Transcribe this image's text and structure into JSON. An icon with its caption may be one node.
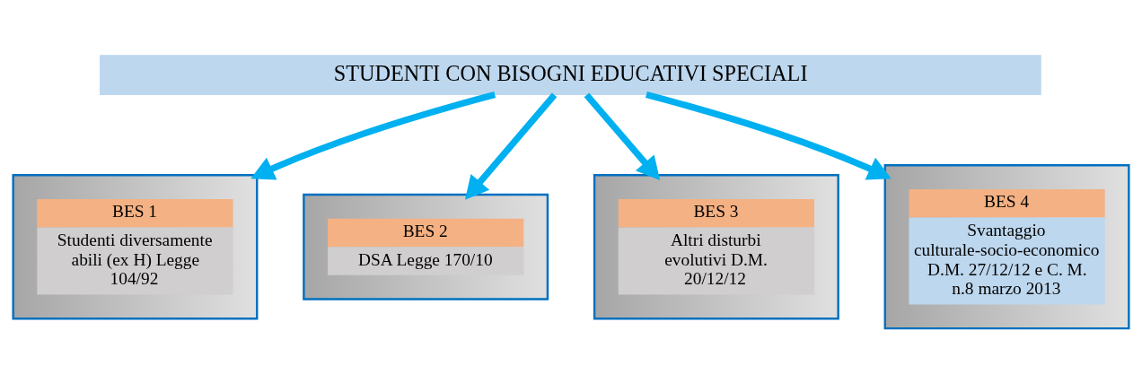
{
  "diagram": {
    "nodes": [
      {
        "text": [
          "STUDENTI CON BISOGNI EDUCATIVI SPECIALI"
        ]
      },
      {
        "text": [
          "BES 1",
          "Studenti diversamente abili (ex H) Legge 104/92"
        ]
      },
      {
        "text": [
          "BES 2",
          "DSA Legge 170/10"
        ]
      },
      {
        "text": [
          "BES 3",
          "Altri disturbi evolutivi D.M. 20/12/12"
        ]
      },
      {
        "text": [
          "BES 4",
          "Svantaggio culturale-socio-economico D.M. 27/12/12 e C. M. n.8 marzo 2013"
        ]
      }
    ],
    "edges": [
      {
        "from": 0,
        "to": 1,
        "arrow": "to"
      },
      {
        "from": 0,
        "to": 2,
        "arrow": "to"
      },
      {
        "from": 0,
        "to": 3,
        "arrow": "to"
      },
      {
        "from": 0,
        "to": 4,
        "arrow": "to"
      }
    ]
  }
}
